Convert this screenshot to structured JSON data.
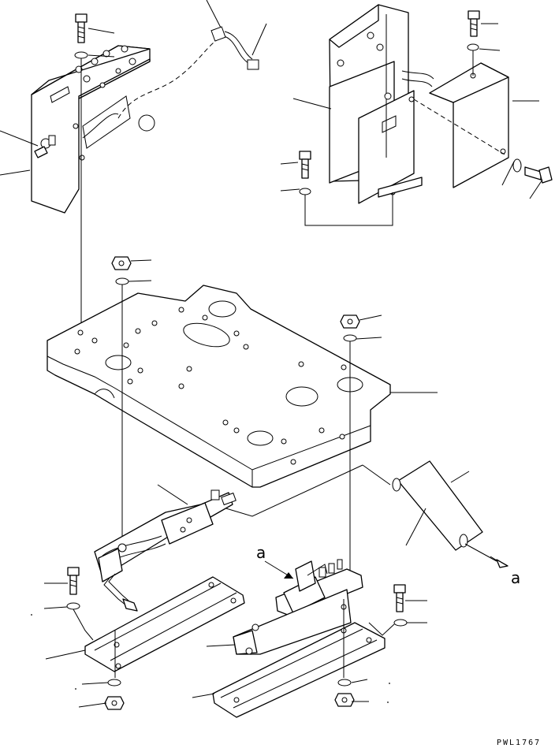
{
  "figure": {
    "view_ref_label": "a",
    "arrow_ref_label": "a",
    "drawing_code": "PWL1767"
  },
  "components": [
    "bracket-with-switch",
    "control-box-bracket",
    "control-cover",
    "seat-plate",
    "seat-slide-rail-left",
    "seat-slide-rail-right",
    "link-rod",
    "adjust-handle",
    "bolt",
    "washer",
    "nut",
    "harness"
  ]
}
